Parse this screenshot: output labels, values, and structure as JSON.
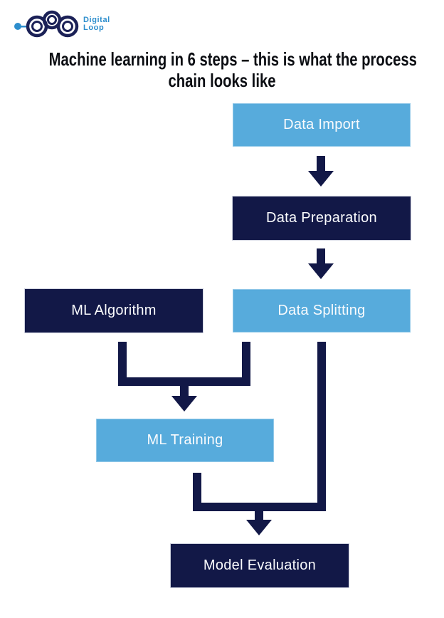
{
  "logo": {
    "line1": "Digital",
    "line2": "Loop"
  },
  "title": {
    "line1": "Machine learning in 6 steps – this is what the process",
    "line2": "chain looks like",
    "full": "Machine learning in 6 steps – this is what the process chain looks like"
  },
  "nodes": [
    {
      "label": "Data Import"
    },
    {
      "label": "Data Preparation"
    },
    {
      "label": "ML Algorithm"
    },
    {
      "label": "Data Splitting"
    },
    {
      "label": "ML Training"
    },
    {
      "label": "Model Evaluation"
    }
  ],
  "edges": [
    {
      "from": "Data Import",
      "to": "Data Preparation"
    },
    {
      "from": "Data Preparation",
      "to": "Data Splitting"
    },
    {
      "from": "ML Algorithm",
      "to": "ML Training"
    },
    {
      "from": "Data Splitting",
      "to": "ML Training"
    },
    {
      "from": "ML Training",
      "to": "Model Evaluation"
    },
    {
      "from": "Data Splitting",
      "to": "Model Evaluation"
    }
  ],
  "colors": {
    "light_blue": "#57abdc",
    "navy": "#121847",
    "box_text": "#fafbfd",
    "title_text": "#0b0d12",
    "logo_blue": "#2d8ecd",
    "logo_navy": "#1b2157"
  }
}
